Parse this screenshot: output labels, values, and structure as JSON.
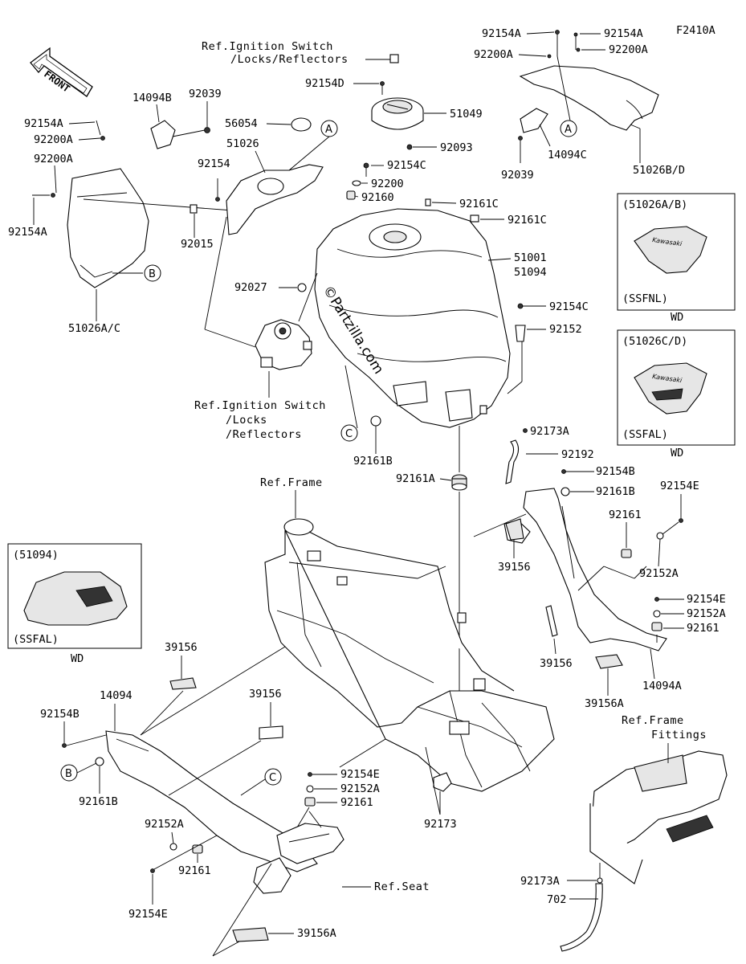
{
  "figure_code": "F2410A",
  "front_label": "FRONT",
  "watermark": "©Partzilla.com",
  "refs": {
    "ignition_top": [
      "Ref.Ignition Switch",
      "/Locks/Reflectors"
    ],
    "ignition_mid": [
      "Ref.Ignition Switch",
      "/Locks",
      "/Reflectors"
    ],
    "frame": "Ref.Frame",
    "frame_fittings": [
      "Ref.Frame",
      "Fittings"
    ],
    "seat": "Ref.Seat"
  },
  "callouts": {
    "a": "A",
    "b": "B",
    "c": "C"
  },
  "insets": [
    {
      "title": "(51026A/B)",
      "variant": "(SSFNL)",
      "market": "WD"
    },
    {
      "title": "(51026C/D)",
      "variant": "(SSFAL)",
      "market": "WD"
    },
    {
      "title": "(51094)",
      "variant": "(SSFAL)",
      "market": "WD"
    }
  ],
  "parts": {
    "p92154A_l": "92154A",
    "p92200A_l1": "92200A",
    "p92200A_l2": "92200A",
    "p92154A_l2": "92154A",
    "p14094B": "14094B",
    "p92039_l": "92039",
    "p51026AC": "51026A/C",
    "p56054": "56054",
    "p51026": "51026",
    "p92154": "92154",
    "p92015": "92015",
    "p92154D": "92154D",
    "p51049": "51049",
    "p92093": "92093",
    "p92154C_t": "92154C",
    "p92200": "92200",
    "p92160": "92160",
    "p92161C_1": "92161C",
    "p92161C_2": "92161C",
    "p51001": "51001",
    "p51094": "51094",
    "p92027": "92027",
    "p92154C_r": "92154C",
    "p92152": "92152",
    "p92161B_m": "92161B",
    "p92173A_m": "92173A",
    "p92192": "92192",
    "p92161A": "92161A",
    "p92154A_tr1": "92154A",
    "p92154A_tr2": "92154A",
    "p92200A_tr1": "92200A",
    "p92200A_tr2": "92200A",
    "p14094C": "14094C",
    "p92039_r": "92039",
    "p51026BD": "51026B/D",
    "p92154B_r": "92154B",
    "p92161B_r": "92161B",
    "p92154E_r1": "92154E",
    "p92161_r1": "92161",
    "p92152A_r1": "92152A",
    "p39156_r1": "39156",
    "p92154E_r2": "92154E",
    "p92152A_r2": "92152A",
    "p92161_r2": "92161",
    "p39156_r2": "39156",
    "p39156A_r": "39156A",
    "p14094A": "14094A",
    "p39156_l1": "39156",
    "p39156_l2": "39156",
    "p14094": "14094",
    "p92154B_l": "92154B",
    "p92161B_l": "92161B",
    "p92154E_c": "92154E",
    "p92152A_c": "92152A",
    "p92161_c": "92161",
    "p92152A_l": "92152A",
    "p92161_l": "92161",
    "p92154E_l": "92154E",
    "p92173": "92173",
    "p39156A_b": "39156A",
    "p92173A_b": "92173A",
    "p702": "702"
  }
}
